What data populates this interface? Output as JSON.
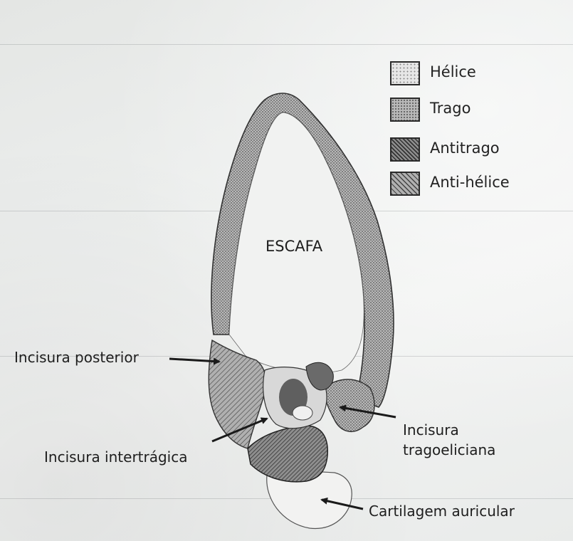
{
  "legend": {
    "items": [
      {
        "label": "Hélice",
        "pattern": "dots-light"
      },
      {
        "label": "Trago",
        "pattern": "dots-medium"
      },
      {
        "label": "Antitrago",
        "pattern": "hatch-dense"
      },
      {
        "label": "Anti-hélice",
        "pattern": "hatch-light"
      }
    ]
  },
  "labels": {
    "scapha": "ESCAFA",
    "posterior_notch": "Incisura posterior",
    "intertragic_notch": "Incisura intertrágica",
    "tragohelicine_notch_line1": "Incisura",
    "tragohelicine_notch_line2": "tragoeliciana",
    "auricular_cartilage": "Cartilagem auricular"
  },
  "colors": {
    "ink": "#222222",
    "paper": "#eceeed"
  }
}
